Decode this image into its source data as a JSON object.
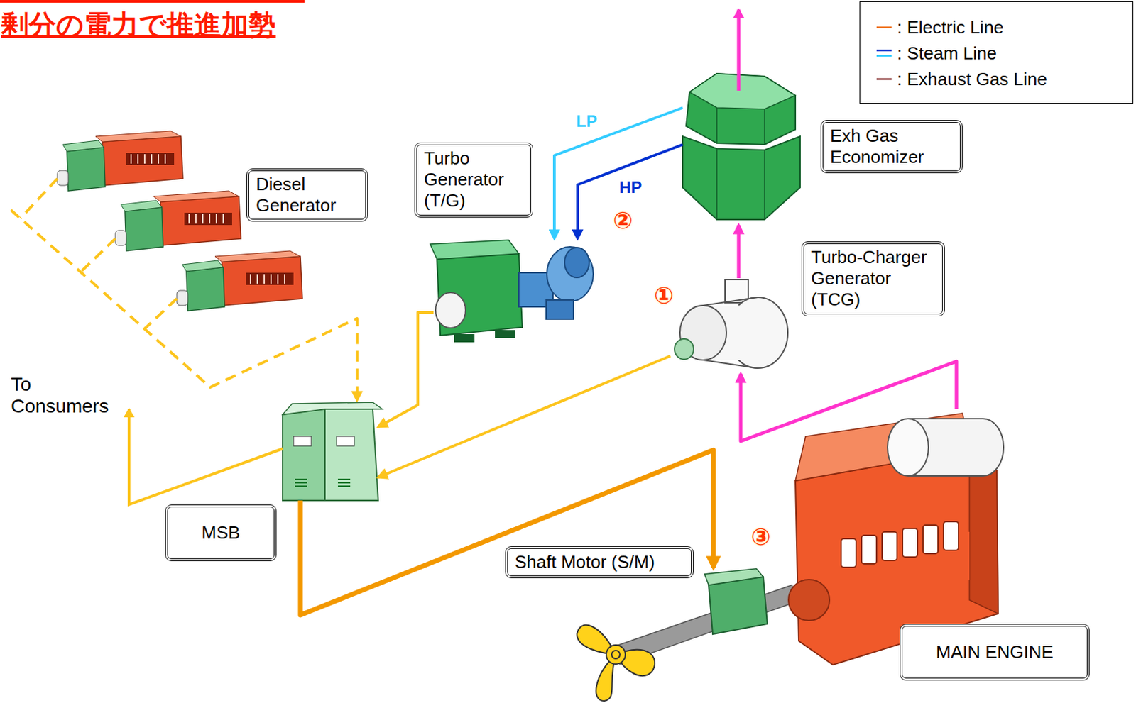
{
  "diagram": {
    "title": "剰分の電力で推進加勢",
    "nodes": [
      {
        "text": [
          "Diesel Generator"
        ]
      },
      {
        "text": [
          "Turbo Generator (T/G)"
        ]
      },
      {
        "text": [
          "Exh Gas Economizer"
        ]
      },
      {
        "text": [
          "Turbo-Charger Generator (TCG)"
        ]
      },
      {
        "text": [
          "MSB"
        ]
      },
      {
        "text": [
          "Shaft Motor (S/M)"
        ]
      },
      {
        "text": [
          "MAIN ENGINE"
        ]
      }
    ],
    "edges": [
      {
        "from": 0,
        "to": 4,
        "arrow": "to"
      },
      {
        "from": 1,
        "to": 4,
        "arrow": "to"
      },
      {
        "from": 3,
        "to": 4,
        "arrow": "to"
      },
      {
        "from": 4,
        "to": 5,
        "arrow": "to"
      },
      {
        "from": 6,
        "to": 3,
        "arrow": "to"
      },
      {
        "from": 3,
        "to": 2,
        "arrow": "to"
      },
      {
        "from": 2,
        "to": 1,
        "label": "LP",
        "arrow": "to"
      },
      {
        "from": 2,
        "to": 1,
        "label": "HP",
        "arrow": "to"
      }
    ],
    "labels": [
      "To Consumers",
      "①",
      "②",
      "③"
    ],
    "legend": [
      {
        "text": ": Electric Line"
      },
      {
        "text": ": Steam Line"
      },
      {
        "text": ": Exhaust Gas Line"
      }
    ]
  }
}
